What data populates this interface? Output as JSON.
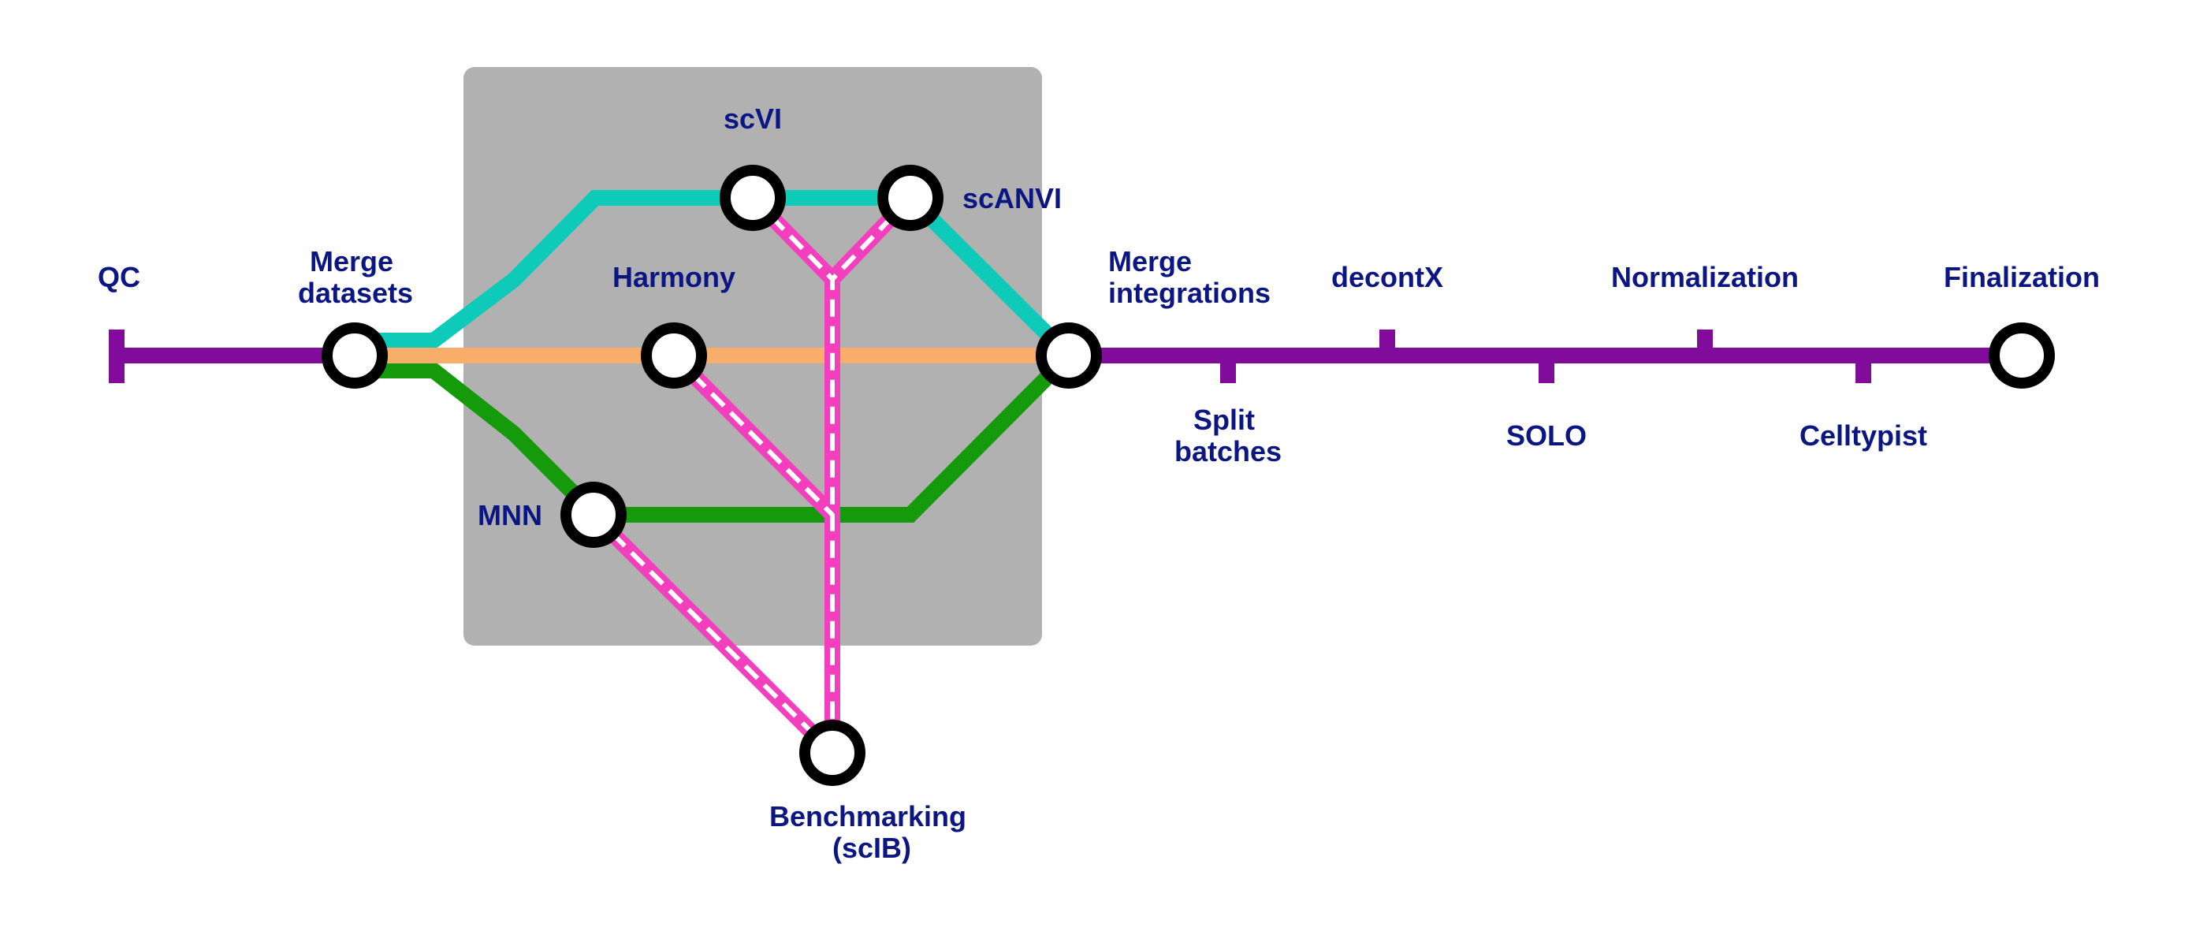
{
  "colors": {
    "background": "#ffffff",
    "box": "#b1b1b1",
    "main_line": "#810b9a",
    "harmony_line": "#f7ae6a",
    "scvi_line": "#0ecab9",
    "mnn_line": "#149a0a",
    "benchmark_line": "#f33fbd",
    "benchmark_dash": "#ffffff",
    "station_stroke": "#000000",
    "station_fill": "#ffffff",
    "label_text": "#0c1682"
  },
  "stations": {
    "qc": "QC",
    "merge_datasets": [
      "Merge",
      "datasets"
    ],
    "harmony": "Harmony",
    "scvi": "scVI",
    "scanvi": "scANVI",
    "mnn": "MNN",
    "merge_integrations": [
      "Merge",
      "integrations"
    ],
    "split_batches": [
      "Split",
      "batches"
    ],
    "decontx": "decontX",
    "solo": "SOLO",
    "normalization": "Normalization",
    "celltypist": "Celltypist",
    "finalization": "Finalization",
    "benchmarking": [
      "Benchmarking",
      "(scIB)"
    ]
  }
}
